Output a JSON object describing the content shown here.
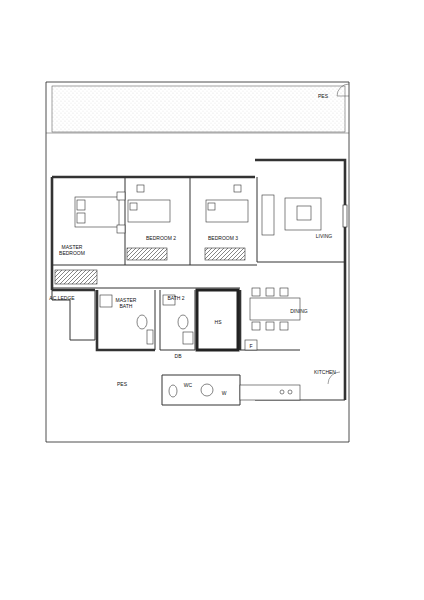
{
  "diagram": {
    "labels": [
      "PES",
      "MASTER BEDROOM",
      "BEDROOM 2",
      "BEDROOM 3",
      "LIVING",
      "AC LEDGE",
      "MASTER BATH",
      "BATH 2",
      "HS",
      "DINING",
      "F",
      "KITCHEN",
      "PES",
      "WC",
      "W",
      "DB"
    ]
  }
}
